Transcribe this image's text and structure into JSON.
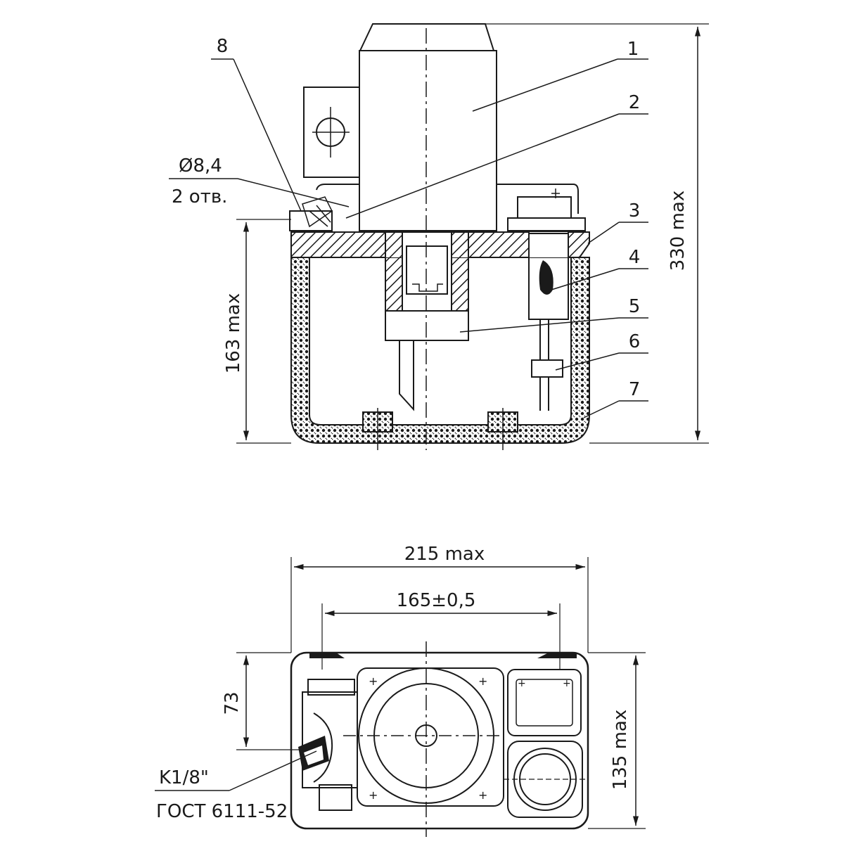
{
  "callouts": {
    "c1": "1",
    "c2": "2",
    "c3": "3",
    "c4": "4",
    "c5": "5",
    "c6": "6",
    "c7": "7",
    "c8": "8"
  },
  "side_view": {
    "hole_diameter": "Ø8,4",
    "hole_count": "2 отв.",
    "height_total": "330 max",
    "height_body": "163 max"
  },
  "top_view": {
    "width_total": "215 max",
    "hole_spacing": "165±0,5",
    "offset": "73",
    "depth_total": "135 max",
    "thread": "K1/8\"",
    "standard": "ГОСТ 6111-52"
  }
}
